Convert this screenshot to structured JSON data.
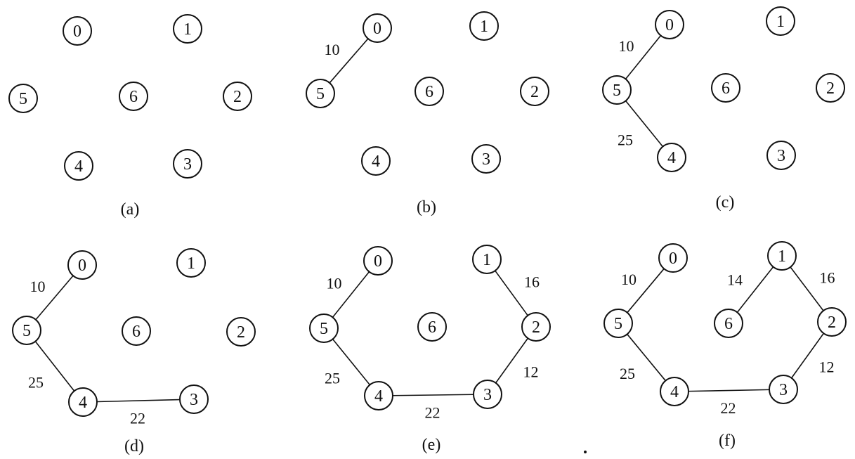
{
  "panels": [
    {
      "caption": "(a)",
      "nodes": [
        "0",
        "1",
        "2",
        "3",
        "4",
        "5",
        "6"
      ],
      "edges": []
    },
    {
      "caption": "(b)",
      "nodes": [
        "0",
        "1",
        "2",
        "3",
        "4",
        "5",
        "6"
      ],
      "edges": [
        {
          "from": "5",
          "to": "0",
          "weight": "10"
        }
      ]
    },
    {
      "caption": "(c)",
      "nodes": [
        "0",
        "1",
        "2",
        "3",
        "4",
        "5",
        "6"
      ],
      "edges": [
        {
          "from": "5",
          "to": "0",
          "weight": "10"
        },
        {
          "from": "5",
          "to": "4",
          "weight": "25"
        }
      ]
    },
    {
      "caption": "(d)",
      "nodes": [
        "0",
        "1",
        "2",
        "3",
        "4",
        "5",
        "6"
      ],
      "edges": [
        {
          "from": "5",
          "to": "0",
          "weight": "10"
        },
        {
          "from": "5",
          "to": "4",
          "weight": "25"
        },
        {
          "from": "4",
          "to": "3",
          "weight": "22"
        }
      ]
    },
    {
      "caption": "(e)",
      "nodes": [
        "0",
        "1",
        "2",
        "3",
        "4",
        "5",
        "6"
      ],
      "edges": [
        {
          "from": "5",
          "to": "0",
          "weight": "10"
        },
        {
          "from": "5",
          "to": "4",
          "weight": "25"
        },
        {
          "from": "4",
          "to": "3",
          "weight": "22"
        },
        {
          "from": "3",
          "to": "2",
          "weight": "12"
        },
        {
          "from": "1",
          "to": "2",
          "weight": "16"
        }
      ]
    },
    {
      "caption": "(f)",
      "nodes": [
        "0",
        "1",
        "2",
        "3",
        "4",
        "5",
        "6"
      ],
      "edges": [
        {
          "from": "5",
          "to": "0",
          "weight": "10"
        },
        {
          "from": "5",
          "to": "4",
          "weight": "25"
        },
        {
          "from": "4",
          "to": "3",
          "weight": "22"
        },
        {
          "from": "3",
          "to": "2",
          "weight": "12"
        },
        {
          "from": "1",
          "to": "2",
          "weight": "16"
        },
        {
          "from": "6",
          "to": "1",
          "weight": "14"
        }
      ]
    }
  ]
}
